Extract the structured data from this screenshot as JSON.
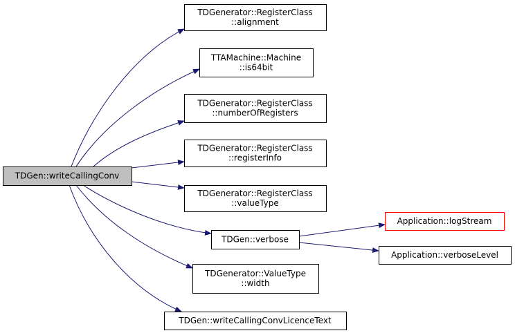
{
  "graph": {
    "nodes": [
      {
        "id": "root",
        "lines": [
          "TDGen::writeCallingConv"
        ],
        "fill": "#bfbfbf",
        "stroke": "#000000"
      },
      {
        "id": "n1",
        "lines": [
          "TDGenerator::RegisterClass",
          "::alignment"
        ],
        "fill": "#ffffff",
        "stroke": "#000000"
      },
      {
        "id": "n2",
        "lines": [
          "TTAMachine::Machine",
          "::is64bit"
        ],
        "fill": "#ffffff",
        "stroke": "#000000"
      },
      {
        "id": "n3",
        "lines": [
          "TDGenerator::RegisterClass",
          "::numberOfRegisters"
        ],
        "fill": "#ffffff",
        "stroke": "#000000"
      },
      {
        "id": "n4",
        "lines": [
          "TDGenerator::RegisterClass",
          "::registerInfo"
        ],
        "fill": "#ffffff",
        "stroke": "#000000"
      },
      {
        "id": "n5",
        "lines": [
          "TDGenerator::RegisterClass",
          "::valueType"
        ],
        "fill": "#ffffff",
        "stroke": "#000000"
      },
      {
        "id": "n6",
        "lines": [
          "TDGen::verbose"
        ],
        "fill": "#ffffff",
        "stroke": "#000000"
      },
      {
        "id": "n7",
        "lines": [
          "TDGenerator::ValueType",
          "::width"
        ],
        "fill": "#ffffff",
        "stroke": "#000000"
      },
      {
        "id": "n8",
        "lines": [
          "TDGen::writeCallingConvLicenceText"
        ],
        "fill": "#ffffff",
        "stroke": "#000000"
      },
      {
        "id": "n9",
        "lines": [
          "Application::logStream"
        ],
        "fill": "#ffffff",
        "stroke": "#ff0000"
      },
      {
        "id": "n10",
        "lines": [
          "Application::verboseLevel"
        ],
        "fill": "#ffffff",
        "stroke": "#000000"
      }
    ],
    "edges": [
      {
        "from": "root",
        "to": "n1"
      },
      {
        "from": "root",
        "to": "n2"
      },
      {
        "from": "root",
        "to": "n3"
      },
      {
        "from": "root",
        "to": "n4"
      },
      {
        "from": "root",
        "to": "n5"
      },
      {
        "from": "root",
        "to": "n6"
      },
      {
        "from": "root",
        "to": "n7"
      },
      {
        "from": "root",
        "to": "n8"
      },
      {
        "from": "n6",
        "to": "n9"
      },
      {
        "from": "n6",
        "to": "n10"
      }
    ],
    "edge_color": "#191970"
  }
}
